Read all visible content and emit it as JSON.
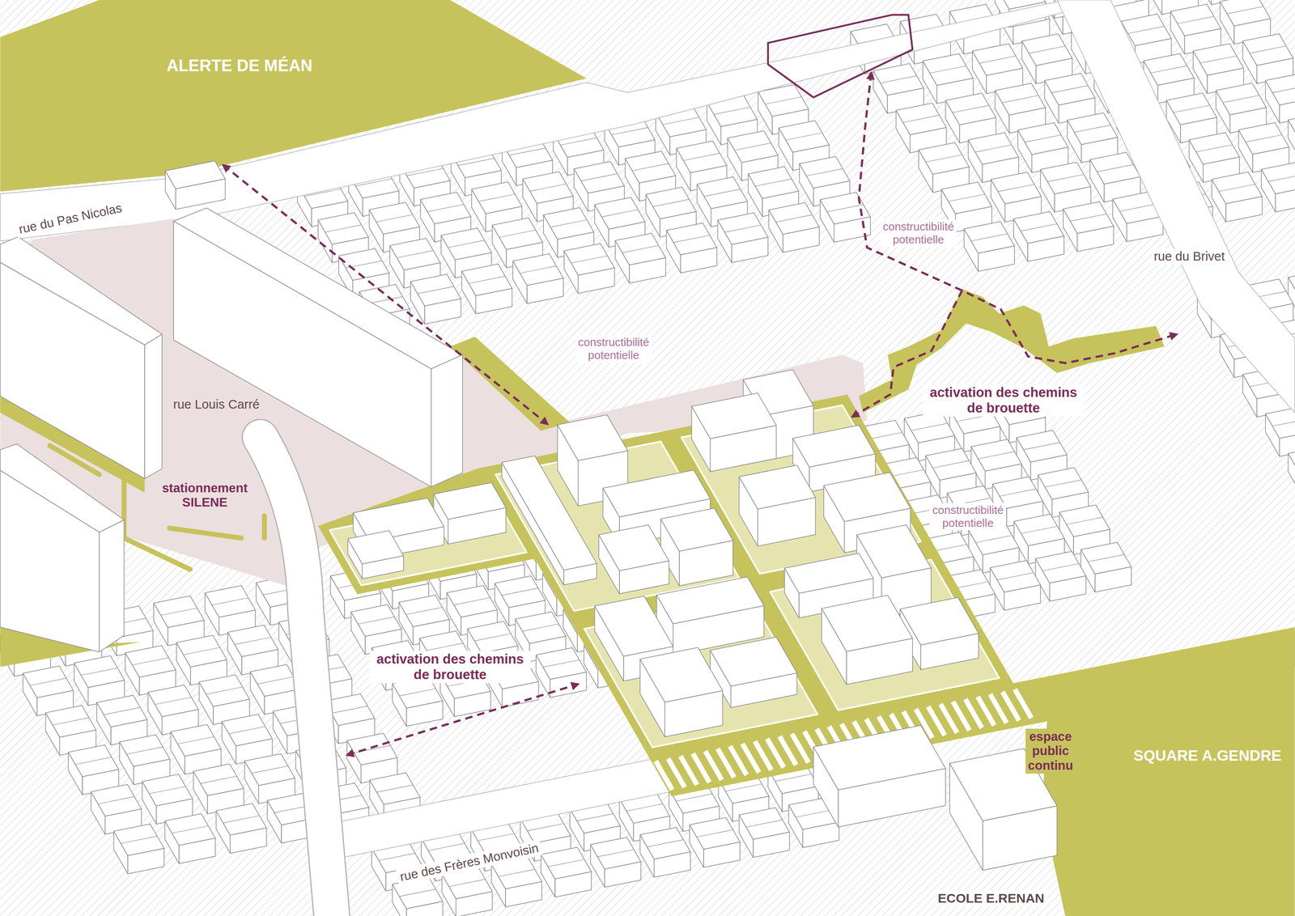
{
  "diagram": {
    "labels": [
      "ALERTE DE MÉAN",
      "rue du Pas Nicolas",
      "rue Louis Carré",
      "stationnement SILENE",
      "constructibilité potentielle",
      "constructibilité potentielle",
      "constructibilité potentielle",
      "rue du Brivet",
      "activation des chemins de brouette",
      "activation des chemins de brouette",
      "espace public continu",
      "SQUARE A.GENDRE",
      "rue des Frères Monvoisin",
      "ECOLE E.RENAN"
    ]
  }
}
